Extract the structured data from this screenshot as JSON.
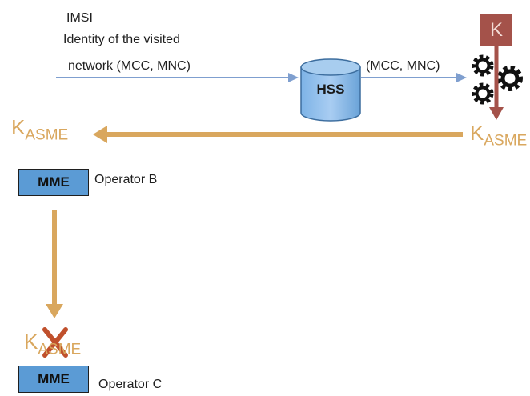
{
  "request": {
    "line1": "IMSI",
    "line2": "Identity of the visited",
    "line3": "network (MCC, MNC)"
  },
  "hss": {
    "label": "HSS"
  },
  "forward_label": "(MCC, MNC)",
  "key": {
    "label": "K"
  },
  "kasme": {
    "main": "K",
    "sub": "ASME"
  },
  "mme_b": {
    "label": "MME",
    "operator": "Operator B"
  },
  "mme_c": {
    "label": "MME",
    "operator": "Operator C"
  },
  "colors": {
    "blue_arrow": "#7f9fcf",
    "orange_arrow": "#d9a75e",
    "key_box": "#a4524a",
    "mme_fill": "#5b9bd5",
    "invalid_x": "#c0502c"
  },
  "icons": [
    "gears-icon",
    "database-icon",
    "cross-icon"
  ]
}
